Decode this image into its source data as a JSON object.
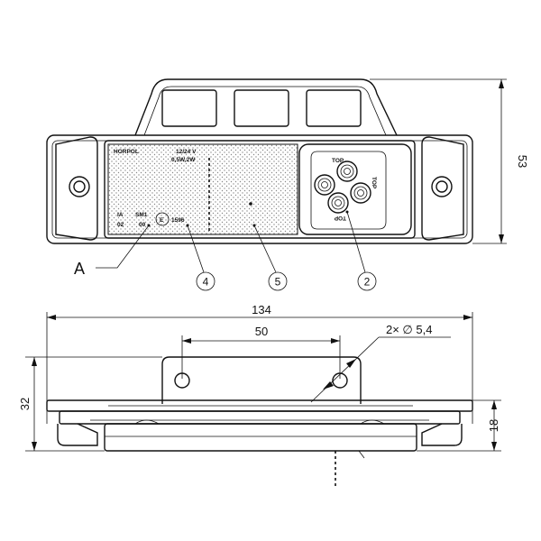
{
  "front_view": {
    "lens_text": {
      "brand": "HORPOL",
      "voltage": "12/24 V",
      "power": "0,5W,2W",
      "code_ia": "IA",
      "code_sm1": "SM1",
      "code_02": "02",
      "code_00": "00",
      "approval_mark": "E",
      "approval_number": "1596",
      "top_label_1": "TOP",
      "top_label_2": "TOP",
      "top_label_3": "TOP"
    },
    "callouts": {
      "a": "A",
      "c4": "4",
      "c5": "5",
      "c2": "2"
    },
    "dimensions": {
      "height": "53"
    }
  },
  "top_view": {
    "dimensions": {
      "overall_width": "134",
      "hole_spacing": "50",
      "hole_spec": "2× ∅ 5,4",
      "total_height": "32",
      "base_height": "18"
    }
  }
}
